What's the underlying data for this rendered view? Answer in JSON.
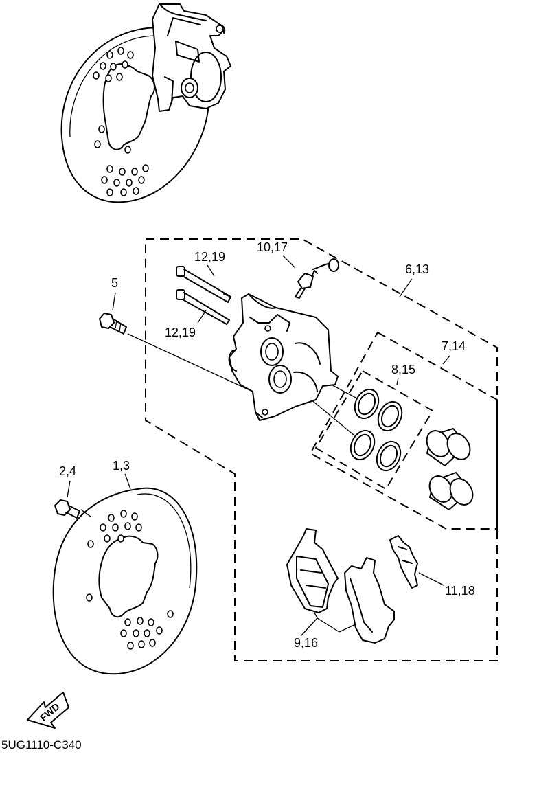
{
  "labels": {
    "disc": "1,3",
    "disc_bolt": "2,4",
    "caliper_bolt": "5",
    "caliper_assy": "6,13",
    "piston_kit": "7,14",
    "seal_kit": "8,15",
    "pad_kit": "9,16",
    "bleed_screw": "10,17",
    "pad_spring": "11,18",
    "pin_upper": "12,19",
    "pin_lower": "12,19"
  },
  "fwd_arrow_text": "FWD",
  "diagram_code": "5UG1110-C340"
}
